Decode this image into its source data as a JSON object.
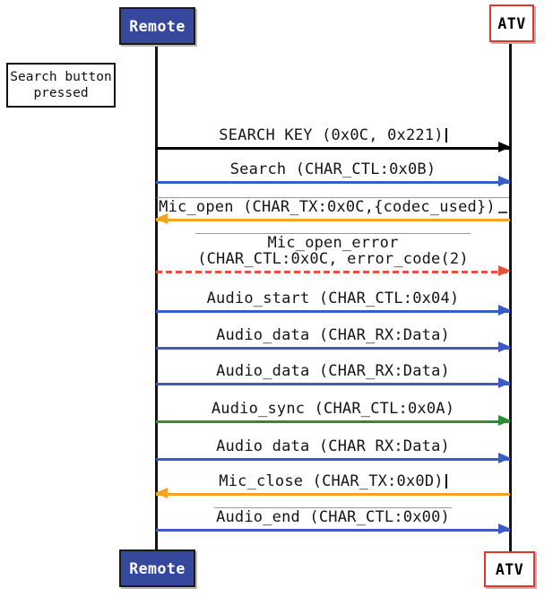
{
  "actors": {
    "remote": {
      "label": "Remote",
      "fill": "#35489b",
      "text_color": "#ffffff",
      "border_color": "#1b1b1b"
    },
    "atv": {
      "label": "ATV",
      "fill": "#ffffff",
      "text_color": "#000000",
      "border_color": "#e2352d"
    }
  },
  "note": {
    "line1": "Search button",
    "line2": "pressed"
  },
  "colors": {
    "lifeline": "#141414",
    "message_blue": "#3b5bc4",
    "message_orange": "#f4a321",
    "message_green": "#2e8b3a",
    "message_red": "#e8503a",
    "message_black": "#000000",
    "overline_gray": "#9a9a9a"
  },
  "messages": [
    {
      "name": "search-key",
      "label": "SEARCH KEY (0x0C, 0x221)",
      "from": "Remote",
      "to": "ATV",
      "direction": "right",
      "color": "#000000",
      "line": "solid",
      "mark": "bar"
    },
    {
      "name": "search",
      "label": "Search (CHAR_CTL:0x0B)",
      "from": "Remote",
      "to": "ATV",
      "direction": "right",
      "color": "#3b5bc4",
      "line": "solid"
    },
    {
      "name": "mic-open",
      "label": "Mic_open (CHAR_TX:0x0C,{codec_used})",
      "from": "ATV",
      "to": "Remote",
      "direction": "left",
      "color": "#f4a321",
      "line": "solid",
      "overline": true,
      "mark": "underscore"
    },
    {
      "name": "mic-open-error",
      "label": "Mic_open_error",
      "label2": "(CHAR_CTL:0x0C, error_code(2)",
      "from": "Remote",
      "to": "ATV",
      "direction": "right",
      "color": "#e8503a",
      "line": "dashed",
      "overline": true
    },
    {
      "name": "audio-start",
      "label": "Audio_start (CHAR_CTL:0x04)",
      "from": "Remote",
      "to": "ATV",
      "direction": "right",
      "color": "#3b5bc4",
      "line": "solid"
    },
    {
      "name": "audio-data-1",
      "label": "Audio_data (CHAR_RX:Data)",
      "from": "Remote",
      "to": "ATV",
      "direction": "right",
      "color": "#3b5bc4",
      "line": "solid"
    },
    {
      "name": "audio-data-2",
      "label": "Audio_data (CHAR_RX:Data)",
      "from": "Remote",
      "to": "ATV",
      "direction": "right",
      "color": "#3b5bc4",
      "line": "solid"
    },
    {
      "name": "audio-sync",
      "label": "Audio_sync (CHAR_CTL:0x0A)",
      "from": "Remote",
      "to": "ATV",
      "direction": "right",
      "color": "#2e8b3a",
      "line": "solid"
    },
    {
      "name": "audio-data-3",
      "label": "Audio data (CHAR RX:Data)",
      "from": "Remote",
      "to": "ATV",
      "direction": "right",
      "color": "#3b5bc4",
      "line": "solid"
    },
    {
      "name": "mic-close",
      "label": "Mic_close (CHAR_TX:0x0D)",
      "from": "ATV",
      "to": "Remote",
      "direction": "left",
      "color": "#f4a321",
      "line": "solid",
      "mark": "bar"
    },
    {
      "name": "audio-end",
      "label": "Audio_end (CHAR_CTL:0x00)",
      "from": "Remote",
      "to": "ATV",
      "direction": "right",
      "color": "#3b5bc4",
      "line": "solid",
      "overline": true
    }
  ]
}
